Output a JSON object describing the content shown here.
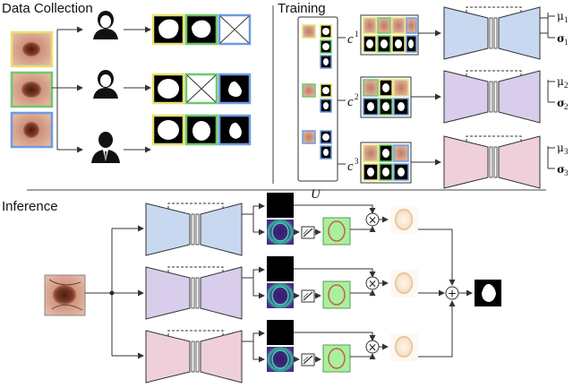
{
  "sections": {
    "data_collection": "Data Collection",
    "training": "Training",
    "inference": "Inference"
  },
  "training": {
    "set_symbol": "U",
    "subset_labels": [
      "c",
      "c",
      "c"
    ],
    "subset_sups": [
      "1",
      "2",
      "3"
    ],
    "outputs": [
      {
        "mu": "μ",
        "mu_sub": "1",
        "sigma": "σ",
        "sigma_sub": "1"
      },
      {
        "mu": "μ",
        "mu_sub": "2",
        "sigma": "σ",
        "sigma_sub": "2"
      },
      {
        "mu": "μ",
        "mu_sub": "3",
        "sigma": "σ",
        "sigma_sub": "3"
      }
    ]
  },
  "inference": {
    "multiply_symbol": "×",
    "sum_symbol": "+"
  },
  "colors": {
    "annotator1": "#e8e070",
    "annotator2": "#6ec96a",
    "annotator3": "#6f9be0",
    "net1": "#c8d8f0",
    "net2": "#d8cdea",
    "net3": "#efd0da",
    "skin": "#d9a690",
    "lesion": "#6b3326"
  },
  "icons": [
    "female-annotator-icon",
    "female-annotator-icon",
    "male-annotator-icon",
    "sketch-icon",
    "plus-circle-icon",
    "times-circle-icon"
  ]
}
